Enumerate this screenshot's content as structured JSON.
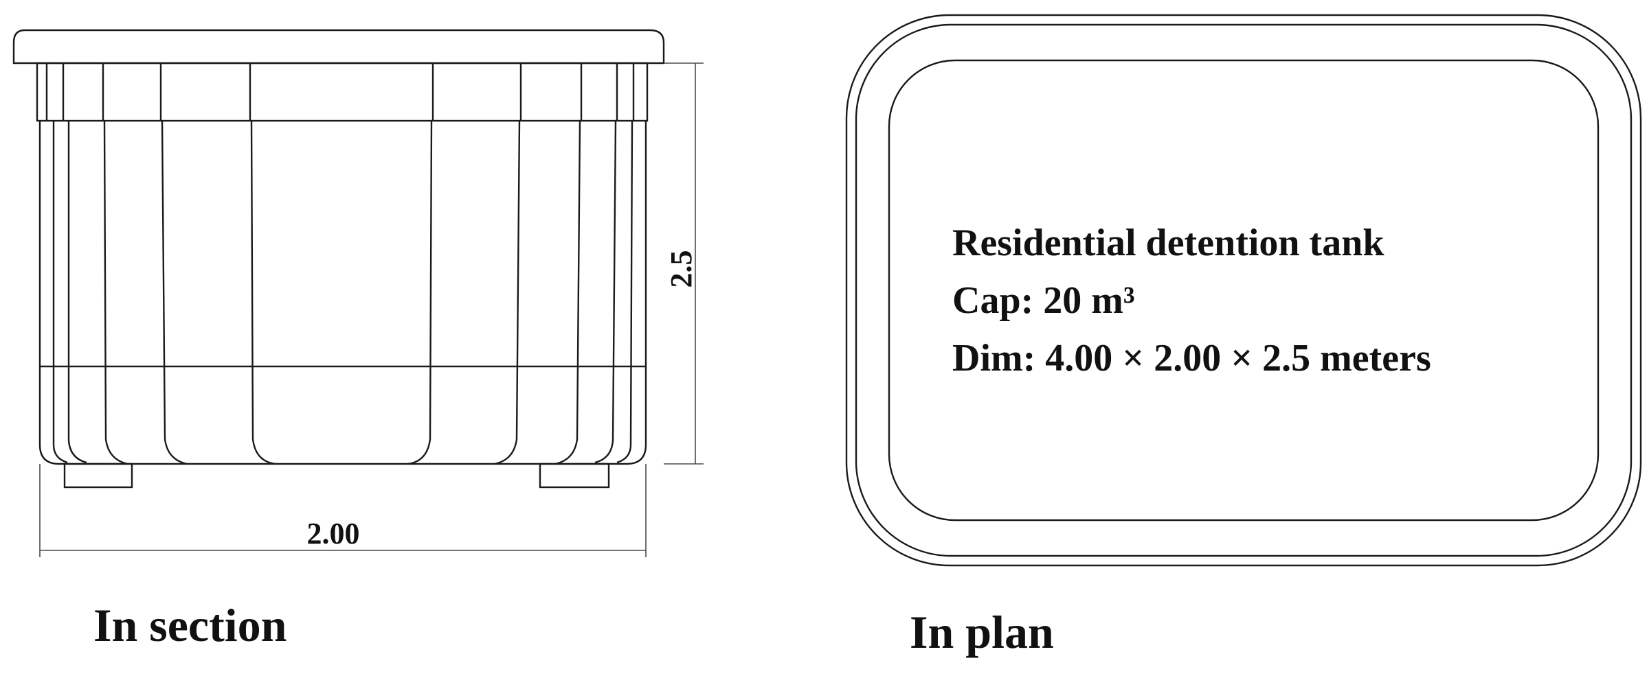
{
  "section_view": {
    "caption": "In section",
    "width_dimension": "2.00",
    "height_dimension": "2.5"
  },
  "plan_view": {
    "caption": "In plan",
    "info_lines": [
      "Residential detention tank",
      "Cap:  20 m³",
      "Dim: 4.00 × 2.00 × 2.5 meters"
    ]
  }
}
